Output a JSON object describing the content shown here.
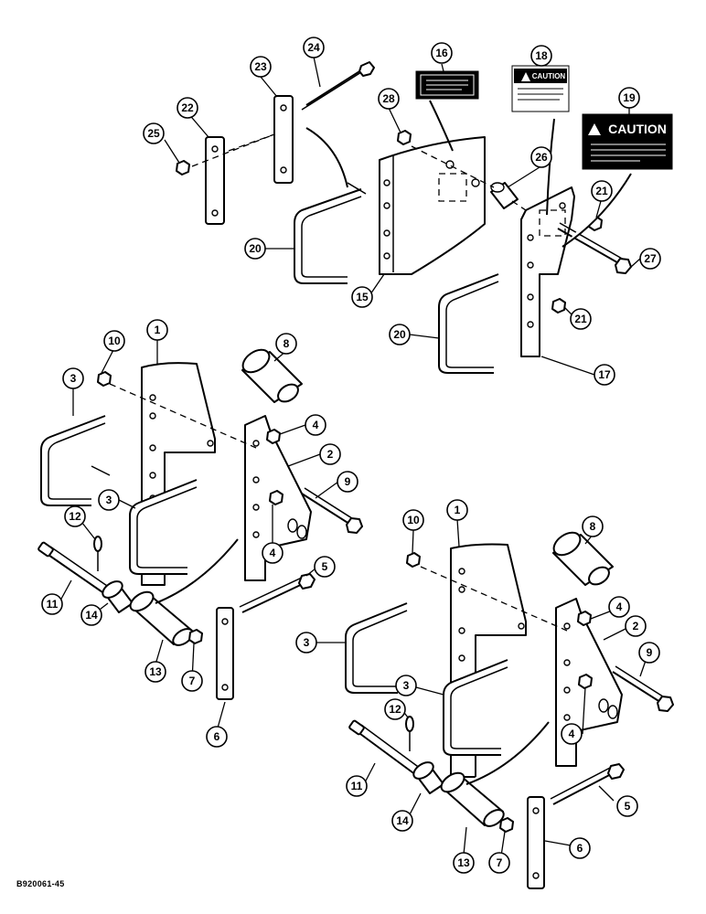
{
  "figure": {
    "reference_code": "B920061-45"
  },
  "decals": {
    "small_caution": "CAUTION",
    "large_caution": "CAUTION"
  },
  "callouts": [
    "1",
    "2",
    "3",
    "4",
    "5",
    "6",
    "7",
    "8",
    "9",
    "10",
    "11",
    "12",
    "13",
    "14",
    "15",
    "16",
    "17",
    "18",
    "19",
    "20",
    "21",
    "22",
    "23",
    "24",
    "25",
    "26",
    "27",
    "28"
  ]
}
